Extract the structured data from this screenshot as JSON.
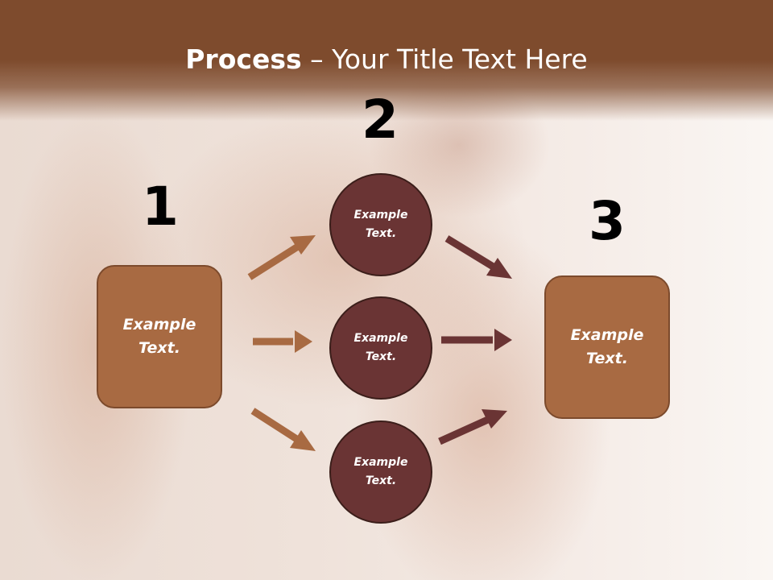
{
  "slide": {
    "title_bold": "Process",
    "title_rest": " – Your Title Text Here"
  },
  "steps": {
    "step1": {
      "number": "1",
      "text": "Example Text."
    },
    "step2": {
      "number": "2",
      "circles": [
        {
          "text": "Example Text."
        },
        {
          "text": "Example Text."
        },
        {
          "text": "Example Text."
        }
      ]
    },
    "step3": {
      "number": "3",
      "text": "Example Text."
    }
  },
  "colors": {
    "header": "#7e4b2d",
    "box_fill": "#a86a42",
    "circle_fill": "#6a3434",
    "arrow_light": "#a86a42",
    "arrow_dark": "#6a3434"
  }
}
